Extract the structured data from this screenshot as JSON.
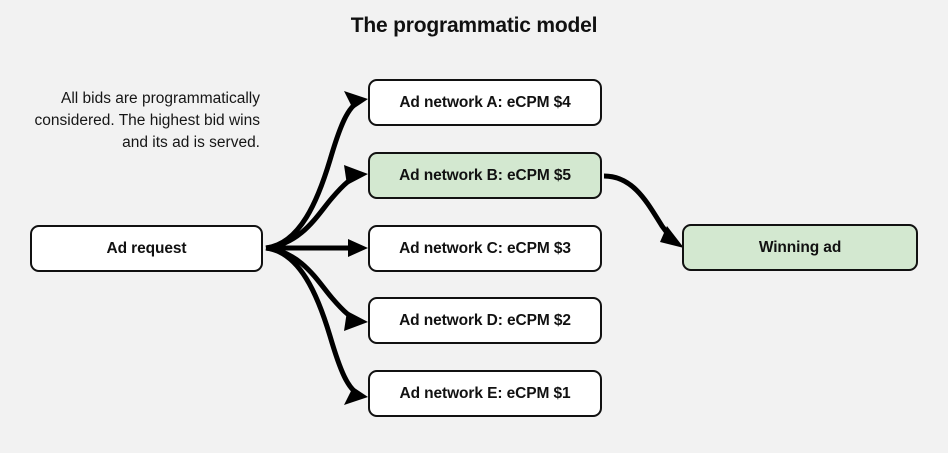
{
  "diagram": {
    "title": "The programmatic model",
    "caption": "All bids are programmatically considered. The highest bid wins and its ad is served.",
    "background_color": "#f2f2f2",
    "accent_color": "#d3e8d0",
    "border_color": "#111111",
    "nodes": {
      "request": {
        "label": "Ad request",
        "fill": "#ffffff"
      },
      "network_a": {
        "label": "Ad network A: eCPM $4",
        "fill": "#ffffff"
      },
      "network_b": {
        "label": "Ad network B: eCPM $5",
        "fill": "#d3e8d0"
      },
      "network_c": {
        "label": "Ad network C: eCPM $3",
        "fill": "#ffffff"
      },
      "network_d": {
        "label": "Ad network D: eCPM $2",
        "fill": "#ffffff"
      },
      "network_e": {
        "label": "Ad network E: eCPM $1",
        "fill": "#ffffff"
      },
      "winner": {
        "label": "Winning ad",
        "fill": "#d3e8d0"
      }
    },
    "edges": [
      {
        "name": "request-to-network-a",
        "from": "Ad request",
        "to": "Ad network A: eCPM $4"
      },
      {
        "name": "request-to-network-b",
        "from": "Ad request",
        "to": "Ad network B: eCPM $5"
      },
      {
        "name": "request-to-network-c",
        "from": "Ad request",
        "to": "Ad network C: eCPM $3"
      },
      {
        "name": "request-to-network-d",
        "from": "Ad request",
        "to": "Ad network D: eCPM $2"
      },
      {
        "name": "request-to-network-e",
        "from": "Ad request",
        "to": "Ad network E: eCPM $1"
      },
      {
        "name": "network-b-to-winner",
        "from": "Ad network B: eCPM $5",
        "to": "Winning ad"
      }
    ]
  }
}
